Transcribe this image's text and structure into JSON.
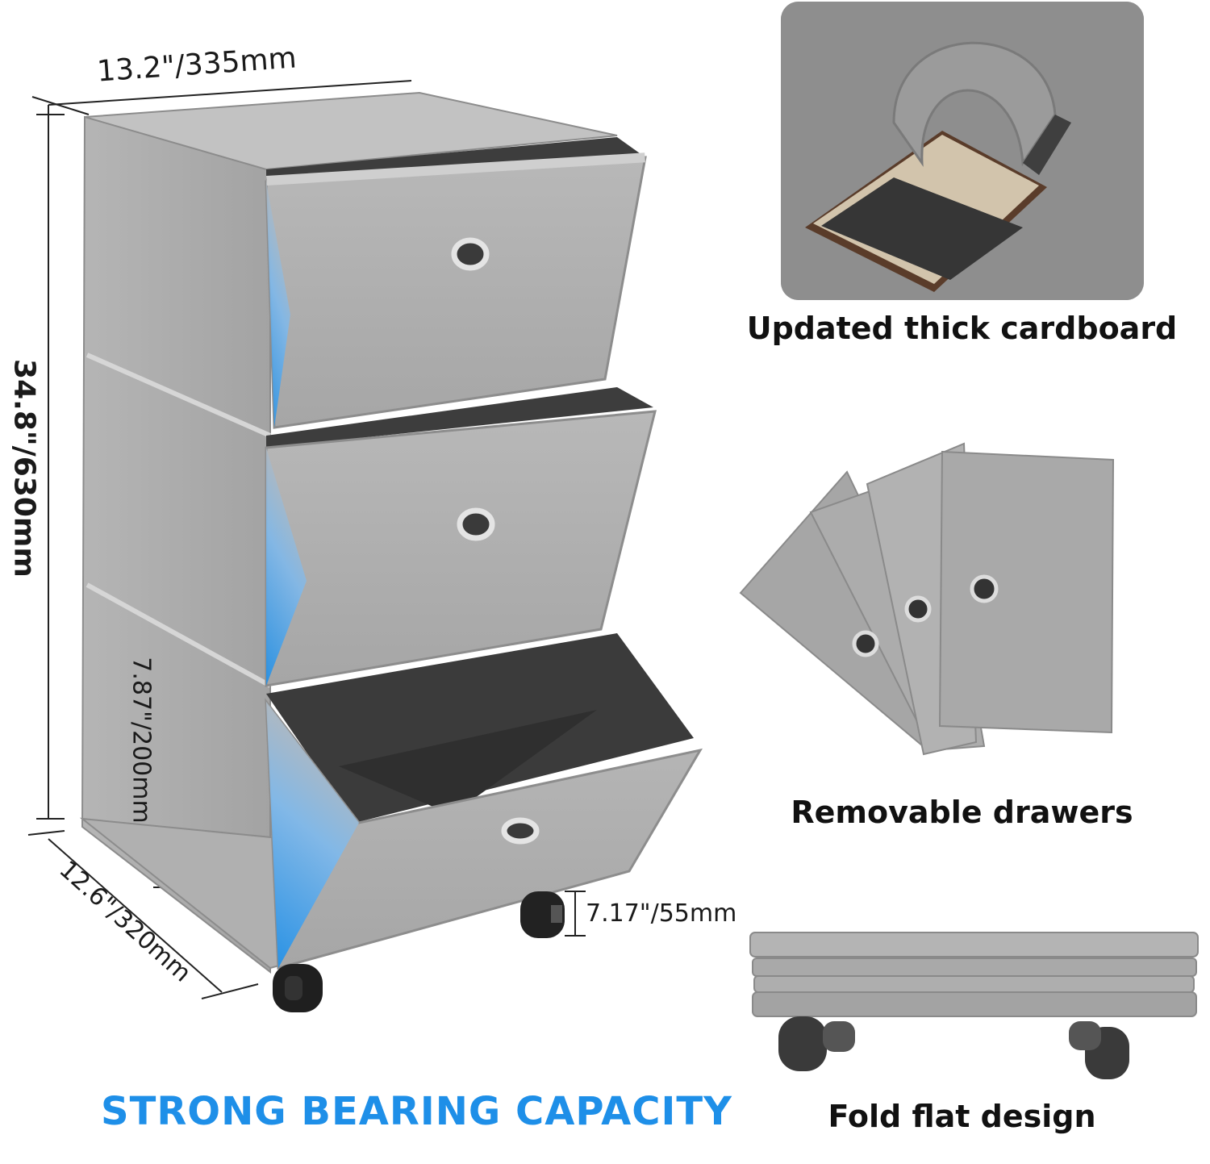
{
  "dimensions": {
    "width_label": "13.2\"/335mm",
    "height_label": "34.8\"/630mm",
    "depth_label": "12.6\"/320mm",
    "drawer_height_label": "7.87\"/200mm",
    "wheel_height_label": "7.17\"/55mm"
  },
  "features": {
    "cardboard_caption": "Updated thick cardboard",
    "drawers_caption": "Removable drawers",
    "fold_caption": "Fold flat design"
  },
  "headline": "STRONG BEARING CAPACITY",
  "colors": {
    "accent_blue": "#1e8fe8",
    "fabric_gray": "#a9a9a9",
    "dark_interior": "#3c3c3c"
  }
}
